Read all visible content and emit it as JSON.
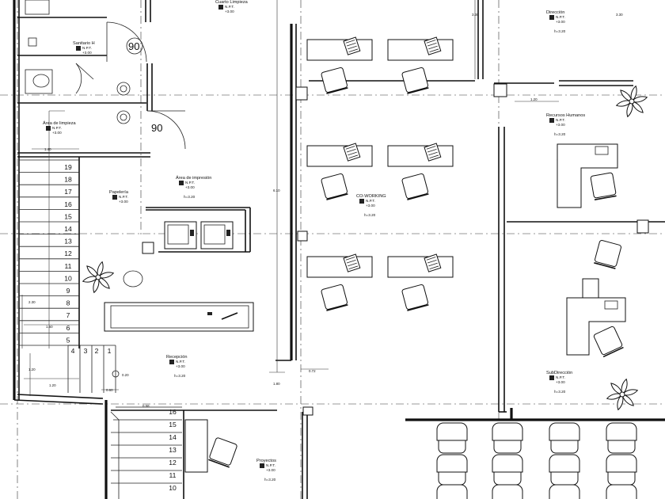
{
  "rooms": [
    {
      "name": "Cuarto Limpieza",
      "npt": "N.P.T.",
      "level": "+3.00"
    },
    {
      "name": "Sanitario H",
      "npt": "N.P.T.",
      "level": "+3.00"
    },
    {
      "name": "Área de limpieza",
      "npt": "N.P.T.",
      "level": "+3.00"
    },
    {
      "name": "Papelería",
      "npt": "N.P.T.",
      "level": "+3.00"
    },
    {
      "name": "Área de impresión",
      "npt": "N.P.T.",
      "level": "+3.00",
      "height": "h=3.20"
    },
    {
      "name": "Recepción",
      "npt": "N.P.T.",
      "level": "+3.00",
      "height": "h=3.20"
    },
    {
      "name": "CO-WORKING",
      "npt": "N.P.T.",
      "level": "+3.00",
      "height": "h=3.20"
    },
    {
      "name": "Dirección",
      "npt": "N.P.T.",
      "level": "+3.00",
      "height": "h=3.20"
    },
    {
      "name": "Recursos Humanos",
      "npt": "N.P.T.",
      "level": "+3.00",
      "height": "h=3.20"
    },
    {
      "name": "SubDirección",
      "npt": "N.P.T.",
      "level": "+3.00",
      "height": "h=3.20"
    },
    {
      "name": "Proyectos",
      "npt": "N.P.T.",
      "level": "+3.00",
      "height": "h=3.20"
    }
  ],
  "door_tags": [
    "90",
    "90"
  ],
  "stair_main": [
    "19",
    "18",
    "17",
    "16",
    "15",
    "14",
    "13",
    "12",
    "11",
    "10",
    "9",
    "8",
    "7",
    "6",
    "5"
  ],
  "stair_landing": [
    "4",
    "3",
    "2",
    "1"
  ],
  "stair_lower": [
    "16",
    "15",
    "14",
    "13",
    "12",
    "11",
    "10"
  ],
  "dims": [
    "3.30",
    "3.30",
    "1.20",
    "6.10",
    "1.40",
    "2.30",
    "1.60",
    "1.20",
    "1.20",
    "0.72",
    "1.80",
    "0.60",
    "0.58",
    "0.20"
  ]
}
